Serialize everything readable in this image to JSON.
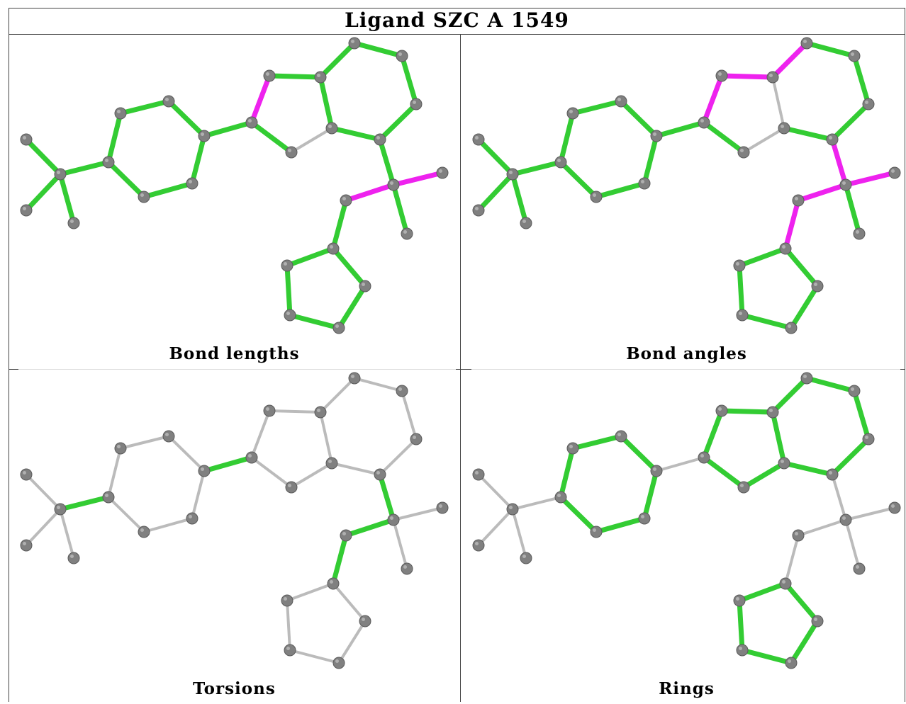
{
  "title": "Ligand SZC A 1549",
  "colors": {
    "ok": "#33cc33",
    "outlier": "#ee22ee",
    "neutral": "#bbbbbb",
    "atom": "#808080"
  },
  "panels": [
    {
      "caption": "Bond lengths",
      "outliers": [
        "n3-n4",
        "n6-n7",
        "n17-n18",
        "n18-n19"
      ],
      "neutral": [
        "n4-n5"
      ],
      "rest": "ok"
    },
    {
      "caption": "Bond angles",
      "outliers": [
        "n3-n4",
        "n6-n7",
        "n6-n8",
        "n7-n10",
        "n17-n18",
        "n18-n19",
        "n17-n21",
        "n21-n22",
        "n22-n26"
      ],
      "neutral": [
        "n4-n5",
        "n7-n8"
      ],
      "rest": "ok"
    },
    {
      "caption": "Torsions",
      "green": [
        "n15-n16",
        "n2-n3",
        "n13-n17",
        "n17-n21",
        "n21-n22"
      ],
      "rest": "neutral"
    },
    {
      "caption": "Rings",
      "green": [
        "n7-n8",
        "n8-n9",
        "n9-n10",
        "n10-n11",
        "n11-n12",
        "n12-n13",
        "n13-n7",
        "n3-n4",
        "n4-n5",
        "n5-n6",
        "n6-n7",
        "n1-n2",
        "n2-n3",
        "n1-n16",
        "n14-n15",
        "n15-n16",
        "n14-n2",
        "n22-n23",
        "n23-n24",
        "n24-n25",
        "n25-n26",
        "n26-n22"
      ],
      "rest": "neutral"
    }
  ]
}
